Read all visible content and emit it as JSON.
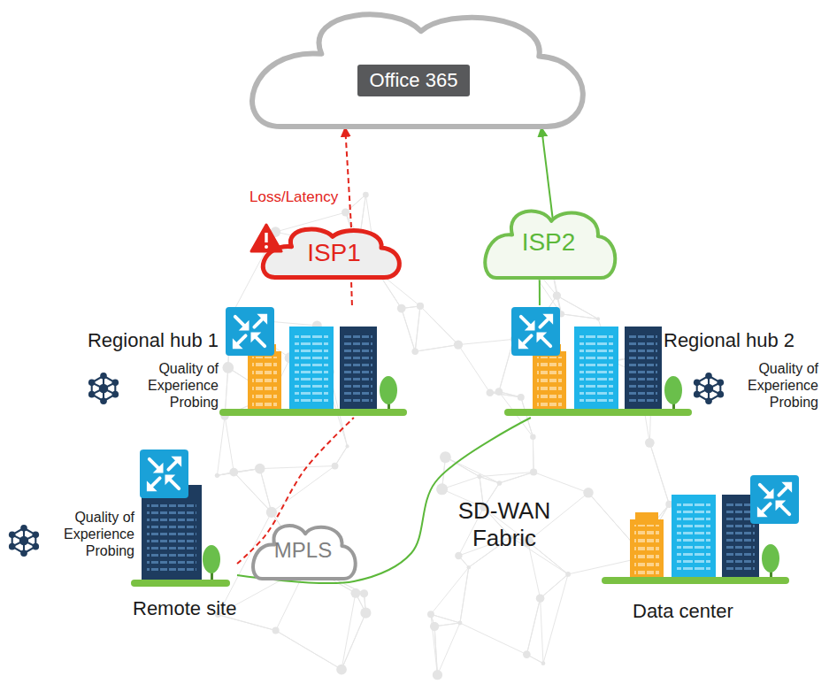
{
  "diagram": {
    "nodes": [
      {
        "text": [
          "Office 365"
        ]
      },
      {
        "text": [
          "ISP1"
        ]
      },
      {
        "text": [
          "ISP2"
        ]
      },
      {
        "text": [
          "Regional hub 1",
          "Quality of Experience Probing"
        ]
      },
      {
        "text": [
          "Regional hub 2",
          "Quality of Experience Probing"
        ]
      },
      {
        "text": [
          "MPLS"
        ]
      },
      {
        "text": [
          "Quality of Experience Probing",
          "Remote site"
        ]
      },
      {
        "text": [
          "Data center"
        ]
      }
    ],
    "edges": [
      {
        "from": 6,
        "to": 3,
        "arrow": "none"
      },
      {
        "from": 3,
        "to": 1,
        "arrow": "none"
      },
      {
        "from": 1,
        "to": 0,
        "arrow": "to"
      },
      {
        "from": 6,
        "to": 4,
        "arrow": "none"
      },
      {
        "from": 4,
        "to": 2,
        "arrow": "none"
      },
      {
        "from": 2,
        "to": 0,
        "arrow": "to"
      }
    ],
    "labels": [
      "Loss/Latency",
      "SD-WAN Fabric"
    ]
  }
}
